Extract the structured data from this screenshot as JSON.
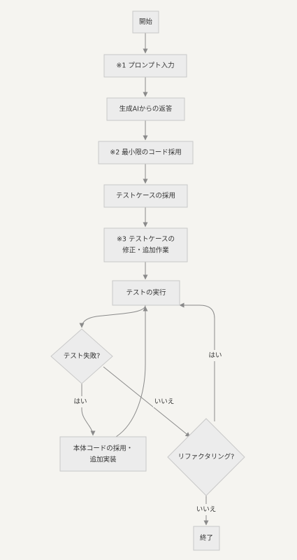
{
  "flowchart": {
    "nodes": {
      "start": {
        "label": "開始"
      },
      "prompt_input": {
        "label": "※1 プロンプト入力"
      },
      "ai_response": {
        "label": "生成AIからの返答"
      },
      "min_code": {
        "label": "※2 最小限のコード採用"
      },
      "test_adopt": {
        "label": "テストケースの採用"
      },
      "test_fix": {
        "line1": "※3 テストケースの",
        "line2": "修正・追加作業"
      },
      "test_run": {
        "label": "テストの実行"
      },
      "test_fail": {
        "label": "テスト失敗?"
      },
      "main_code": {
        "line1": "本体コードの採用・",
        "line2": "追加実装"
      },
      "refactor": {
        "label": "リファクタリング?"
      },
      "end": {
        "label": "終了"
      }
    },
    "edge_labels": {
      "fail_yes": "はい",
      "fail_no": "いいえ",
      "refactor_yes": "はい",
      "refactor_no": "いいえ"
    }
  }
}
